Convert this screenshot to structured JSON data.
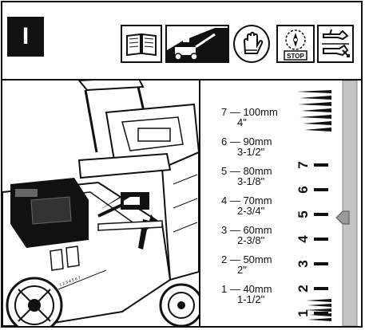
{
  "step": {
    "label": "I"
  },
  "icons": [
    "read-manual-icon",
    "cutting-height-adjust-icon",
    "wear-gloves-icon",
    "stop-blade-icon",
    "remove-safety-key-icon"
  ],
  "stop_label": "STOP",
  "heights": [
    {
      "level": "7",
      "metric": "7 — 100mm",
      "imperial": "4\""
    },
    {
      "level": "6",
      "metric": "6 — 90mm",
      "imperial": "3-1/2\""
    },
    {
      "level": "5",
      "metric": "5 — 80mm",
      "imperial": "3-1/8\""
    },
    {
      "level": "4",
      "metric": "4 — 70mm",
      "imperial": "2-3/4\""
    },
    {
      "level": "3",
      "metric": "3 — 60mm",
      "imperial": "2-3/8\""
    },
    {
      "level": "2",
      "metric": "2 — 50mm",
      "imperial": "2\""
    },
    {
      "level": "1",
      "metric": "1 — 40mm",
      "imperial": "1-1/2\""
    }
  ],
  "scale_numbers": [
    "7",
    "6",
    "5",
    "4",
    "3",
    "2",
    "1"
  ],
  "current_level": 5,
  "mower_scale_text": "1 2 3 4 5 6 7"
}
